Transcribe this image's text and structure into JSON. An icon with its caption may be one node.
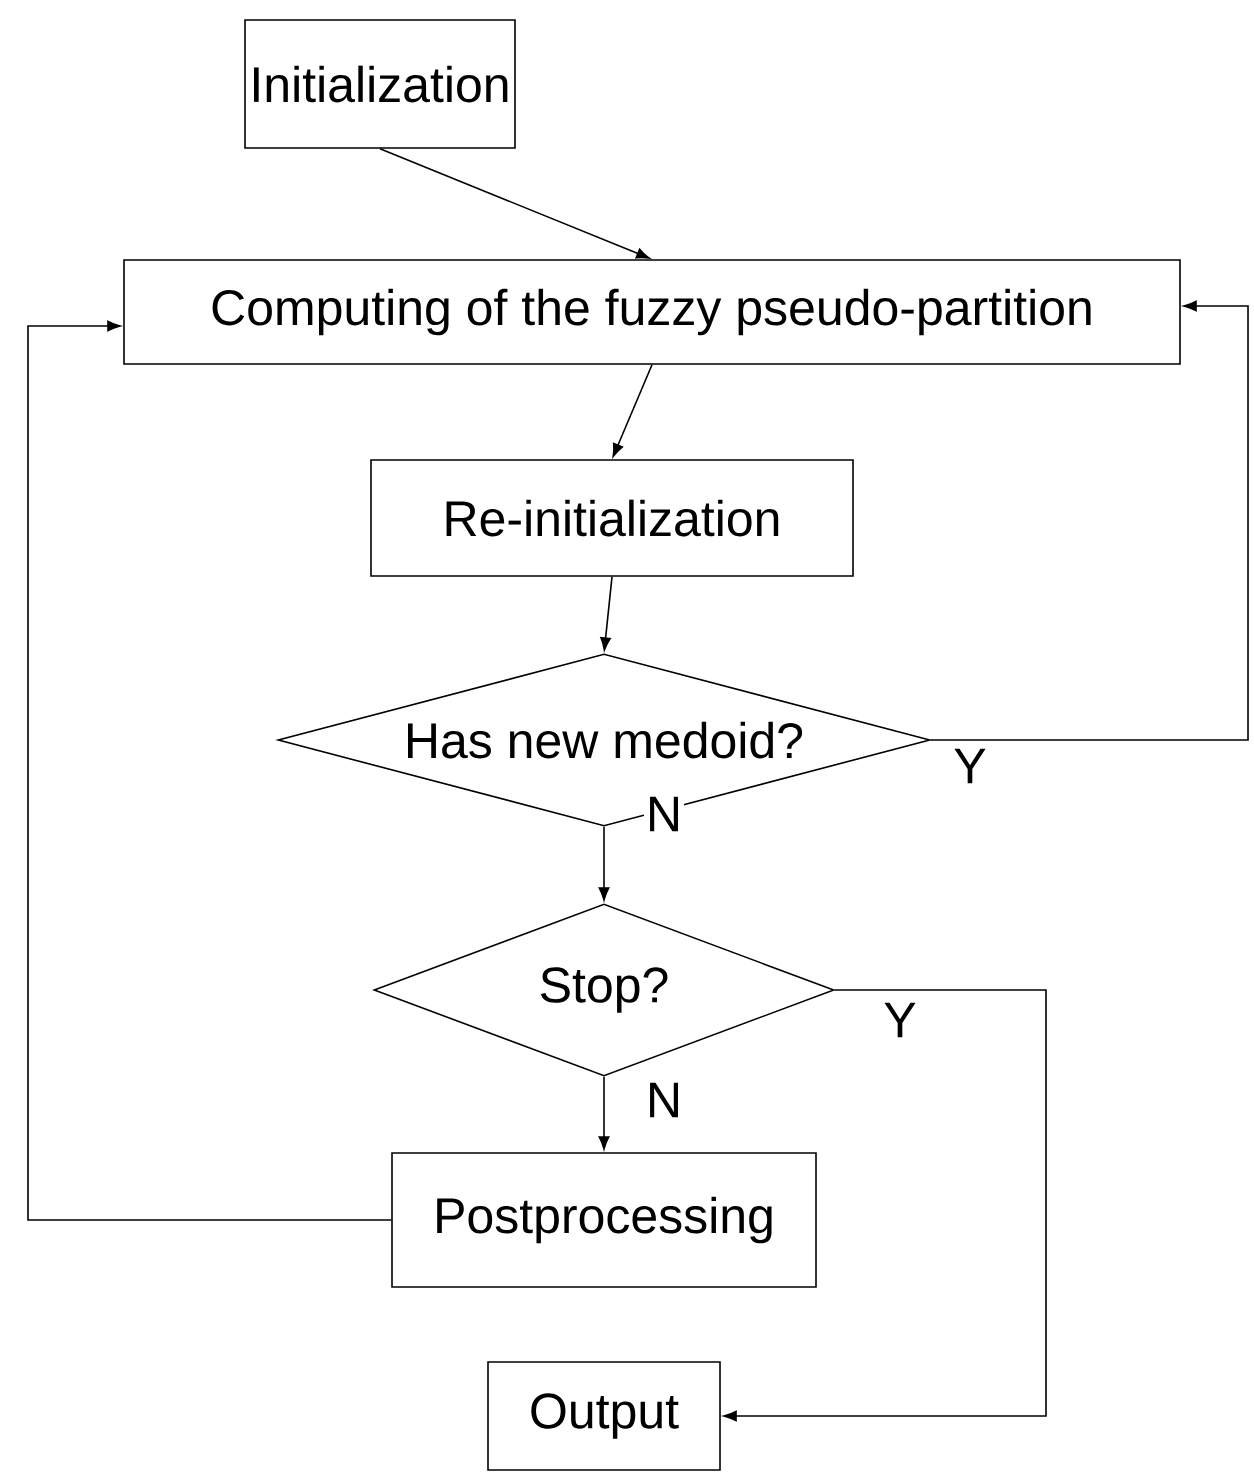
{
  "diagram": {
    "nodes": [
      {
        "text": [
          "Initialization"
        ]
      },
      {
        "text": [
          "Computing of the fuzzy pseudo-partition"
        ]
      },
      {
        "text": [
          "Re-initialization"
        ]
      },
      {
        "text": [
          "Has new medoid?"
        ]
      },
      {
        "text": [
          "Stop?"
        ]
      },
      {
        "text": [
          "Postprocessing"
        ]
      },
      {
        "text": [
          "Output"
        ]
      }
    ],
    "edges": [
      {
        "from": 0,
        "to": 1,
        "arrow": "to"
      },
      {
        "from": 1,
        "to": 2,
        "arrow": "to"
      },
      {
        "from": 2,
        "to": 3,
        "arrow": "to"
      },
      {
        "from": 3,
        "to": 4,
        "arrow": "to",
        "label": "N"
      },
      {
        "from": 4,
        "to": 5,
        "arrow": "to",
        "label": "N"
      },
      {
        "from": 5,
        "to": 1,
        "arrow": "to"
      },
      {
        "from": 3,
        "to": 1,
        "arrow": "to",
        "label": "Y"
      },
      {
        "from": 4,
        "to": 6,
        "arrow": "to",
        "label": "Y"
      }
    ]
  }
}
